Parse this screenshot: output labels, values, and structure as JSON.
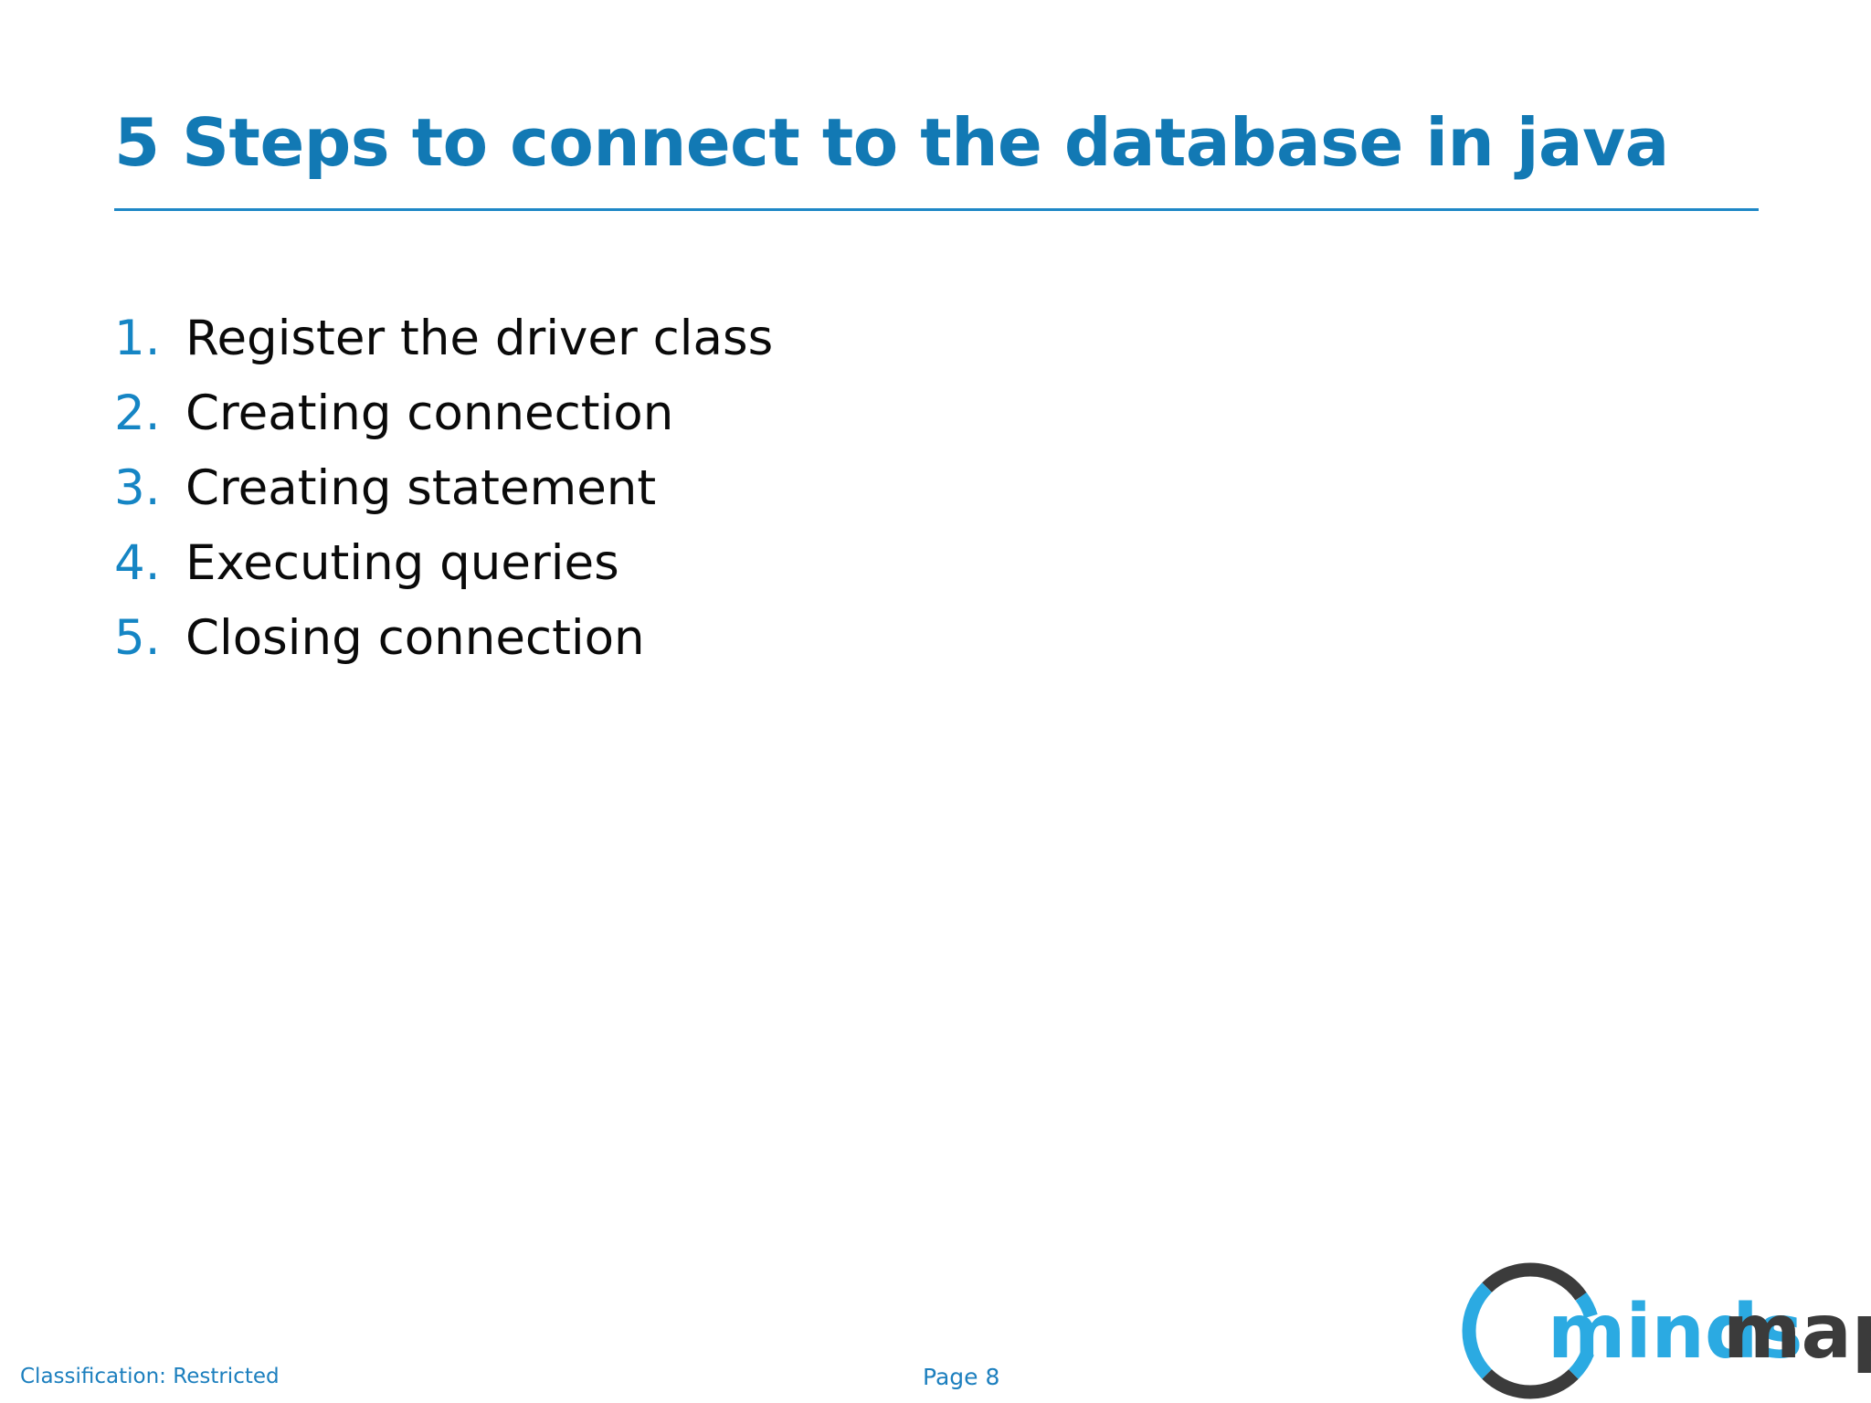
{
  "slide": {
    "title": "5 Steps to connect to the database in java",
    "accent_color": "#1279B4",
    "rule_color": "#1E87C6",
    "background_color": "#FFFFFF",
    "body_text_color": "#0A0A0A",
    "number_color": "#1585C4"
  },
  "body": {
    "items": [
      {
        "number": "1.",
        "text": "Register the driver class"
      },
      {
        "number": "2.",
        "text": "Creating connection"
      },
      {
        "number": "3.",
        "text": "Creating statement"
      },
      {
        "number": "4.",
        "text": "Executing queries"
      },
      {
        "number": "5.",
        "text": "Closing connection"
      }
    ]
  },
  "footer": {
    "classification": "Classification: Restricted",
    "page_number": "Page 8",
    "text_color": "#1C7FBE"
  },
  "logo": {
    "name": "mindsmapped",
    "word_part_blue": "minds",
    "word_part_dark": "mapped",
    "blue": "#2BAAE2",
    "dark": "#3B3B3B"
  }
}
